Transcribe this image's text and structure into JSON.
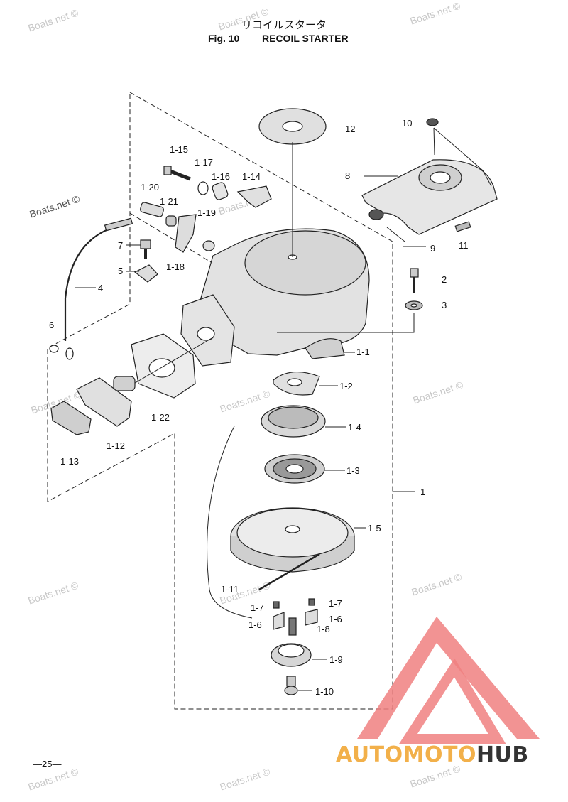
{
  "header": {
    "title_jp": "リコイルスタータ",
    "fig_number": "Fig. 10",
    "fig_title": "RECOIL STARTER"
  },
  "watermark_text": "Boats.net ©",
  "callouts": [
    {
      "id": "c12",
      "text": "12"
    },
    {
      "id": "c10",
      "text": "10"
    },
    {
      "id": "c8",
      "text": "8"
    },
    {
      "id": "c9",
      "text": "9"
    },
    {
      "id": "c11",
      "text": "11"
    },
    {
      "id": "c2",
      "text": "2"
    },
    {
      "id": "c3",
      "text": "3"
    },
    {
      "id": "c1_15",
      "text": "1-15"
    },
    {
      "id": "c1_17",
      "text": "1-17"
    },
    {
      "id": "c1_16",
      "text": "1-16"
    },
    {
      "id": "c1_14",
      "text": "1-14"
    },
    {
      "id": "c1_20",
      "text": "1-20"
    },
    {
      "id": "c1_21",
      "text": "1-21"
    },
    {
      "id": "c1_19",
      "text": "1-19"
    },
    {
      "id": "c7",
      "text": "7"
    },
    {
      "id": "c5",
      "text": "5"
    },
    {
      "id": "c1_18",
      "text": "1-18"
    },
    {
      "id": "c4",
      "text": "4"
    },
    {
      "id": "c6",
      "text": "6"
    },
    {
      "id": "c1_1",
      "text": "1-1"
    },
    {
      "id": "c1_2",
      "text": "1-2"
    },
    {
      "id": "c1_22",
      "text": "1-22"
    },
    {
      "id": "c1_4",
      "text": "1-4"
    },
    {
      "id": "c1_12",
      "text": "1-12"
    },
    {
      "id": "c1_13",
      "text": "1-13"
    },
    {
      "id": "c1_3",
      "text": "1-3"
    },
    {
      "id": "c1",
      "text": "1"
    },
    {
      "id": "c1_5",
      "text": "1-5"
    },
    {
      "id": "c1_11",
      "text": "1-11"
    },
    {
      "id": "c1_7a",
      "text": "1-7"
    },
    {
      "id": "c1_7b",
      "text": "1-7"
    },
    {
      "id": "c1_6a",
      "text": "1-6"
    },
    {
      "id": "c1_6b",
      "text": "1-6"
    },
    {
      "id": "c1_8",
      "text": "1-8"
    },
    {
      "id": "c1_9",
      "text": "1-9"
    },
    {
      "id": "c1_10",
      "text": "1-10"
    }
  ],
  "footer": {
    "page_number": "—25—",
    "logo": {
      "word_part1": "AUTOMOTO",
      "word_part2": "HUB",
      "colors": {
        "triangle": "#f08080",
        "part1": "#f2b04a",
        "part2": "#333333"
      }
    }
  }
}
